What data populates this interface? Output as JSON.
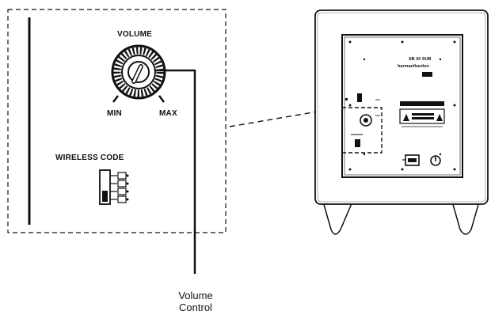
{
  "detail": {
    "volume_label": "VOLUME",
    "min_label": "MIN",
    "max_label": "MAX",
    "wireless_code_label": "WIRELESS CODE",
    "callout_line1": "Volume",
    "callout_line2": "Control"
  },
  "subwoofer": {
    "model_text": "SB 30 SUB",
    "brand_text": "harman/kardon"
  },
  "icons": {
    "volume_knob": "volume-knob-icon",
    "wireless_switch": "dip-switch-icon",
    "power_inlet": "power-inlet-icon",
    "power_switch": "power-switch-icon"
  },
  "colors": {
    "line": "#111111",
    "cabinet": "#ffffff",
    "shade": "#e6e6e6"
  }
}
